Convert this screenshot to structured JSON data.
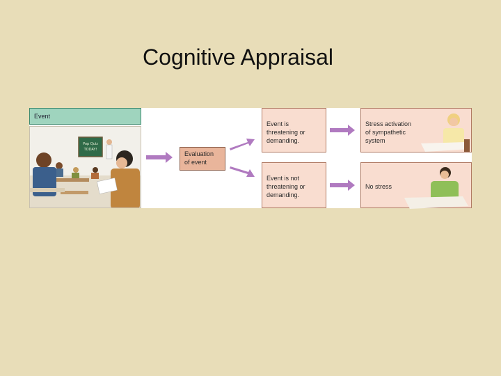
{
  "slide": {
    "title": "Cognitive Appraisal"
  },
  "diagram": {
    "event_label": "Event",
    "chalkboard_text_1": "Pop Quiz",
    "chalkboard_text_2": "TODAY!",
    "evaluation_label": "Evaluation of event",
    "outcomes": [
      {
        "condition": "Event is threatening or demanding.",
        "result": "Stress activation of sympathetic system"
      },
      {
        "condition": "Event is not threatening or demanding.",
        "result": "No stress"
      }
    ],
    "colors": {
      "background": "#e8ddb8",
      "event_header": "#9fd4be",
      "evaluation_box": "#e9b59b",
      "outcome_box": "#f9ddd0",
      "arrow": "#b07ac0"
    }
  }
}
